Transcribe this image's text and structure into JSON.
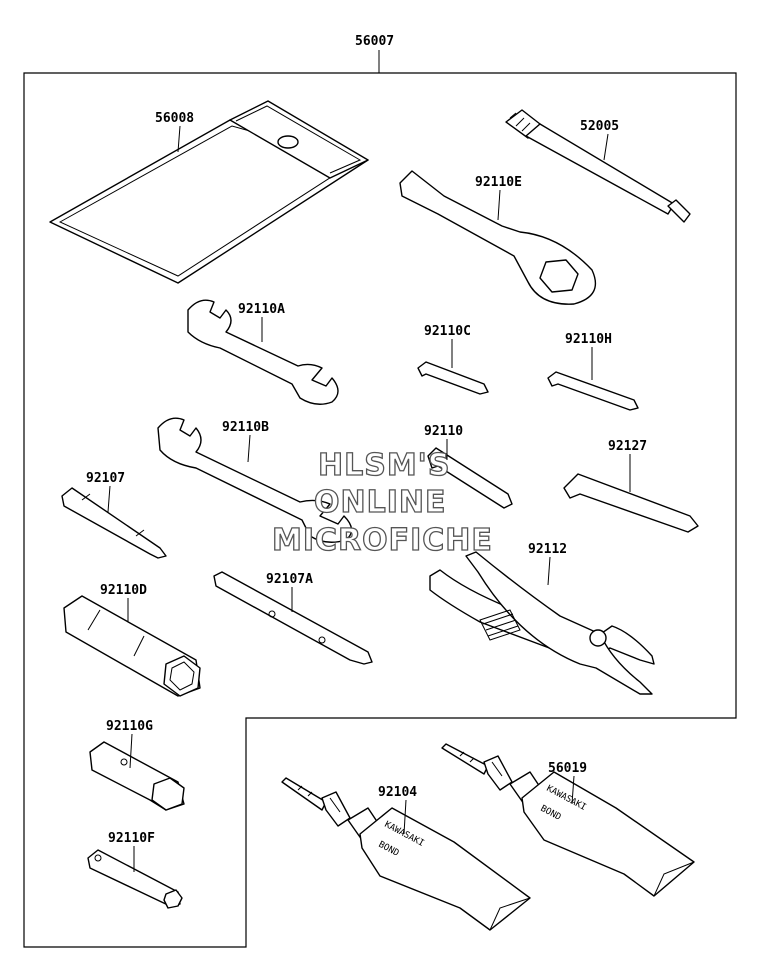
{
  "diagram": {
    "assembly_number": "56007",
    "watermark": {
      "line1": "HLSM'S",
      "line2": "ONLINE",
      "line3": "MICROFICHE"
    },
    "parts": [
      {
        "number": "56008",
        "icon": "tool-pouch-icon"
      },
      {
        "number": "52005",
        "icon": "screwdriver-handle-icon"
      },
      {
        "number": "92110E",
        "icon": "ring-spanner-icon"
      },
      {
        "number": "92110A",
        "icon": "open-end-wrench-icon"
      },
      {
        "number": "92110C",
        "icon": "hex-key-icon"
      },
      {
        "number": "92110H",
        "icon": "hex-key-icon"
      },
      {
        "number": "92110B",
        "icon": "open-end-wrench-icon"
      },
      {
        "number": "92110",
        "icon": "hex-key-icon"
      },
      {
        "number": "92127",
        "icon": "hex-key-icon"
      },
      {
        "number": "92107",
        "icon": "screwdriver-bit-icon"
      },
      {
        "number": "92112",
        "icon": "pliers-icon"
      },
      {
        "number": "92110D",
        "icon": "box-wrench-icon"
      },
      {
        "number": "92107A",
        "icon": "screwdriver-bit-icon"
      },
      {
        "number": "92110G",
        "icon": "box-wrench-icon"
      },
      {
        "number": "92110F",
        "icon": "tommy-bar-icon"
      },
      {
        "number": "92104",
        "icon": "bond-tube-icon"
      },
      {
        "number": "56019",
        "icon": "bond-tube-icon"
      }
    ],
    "tube_brand": "KAWASAKI",
    "tube_product": "BOND"
  }
}
